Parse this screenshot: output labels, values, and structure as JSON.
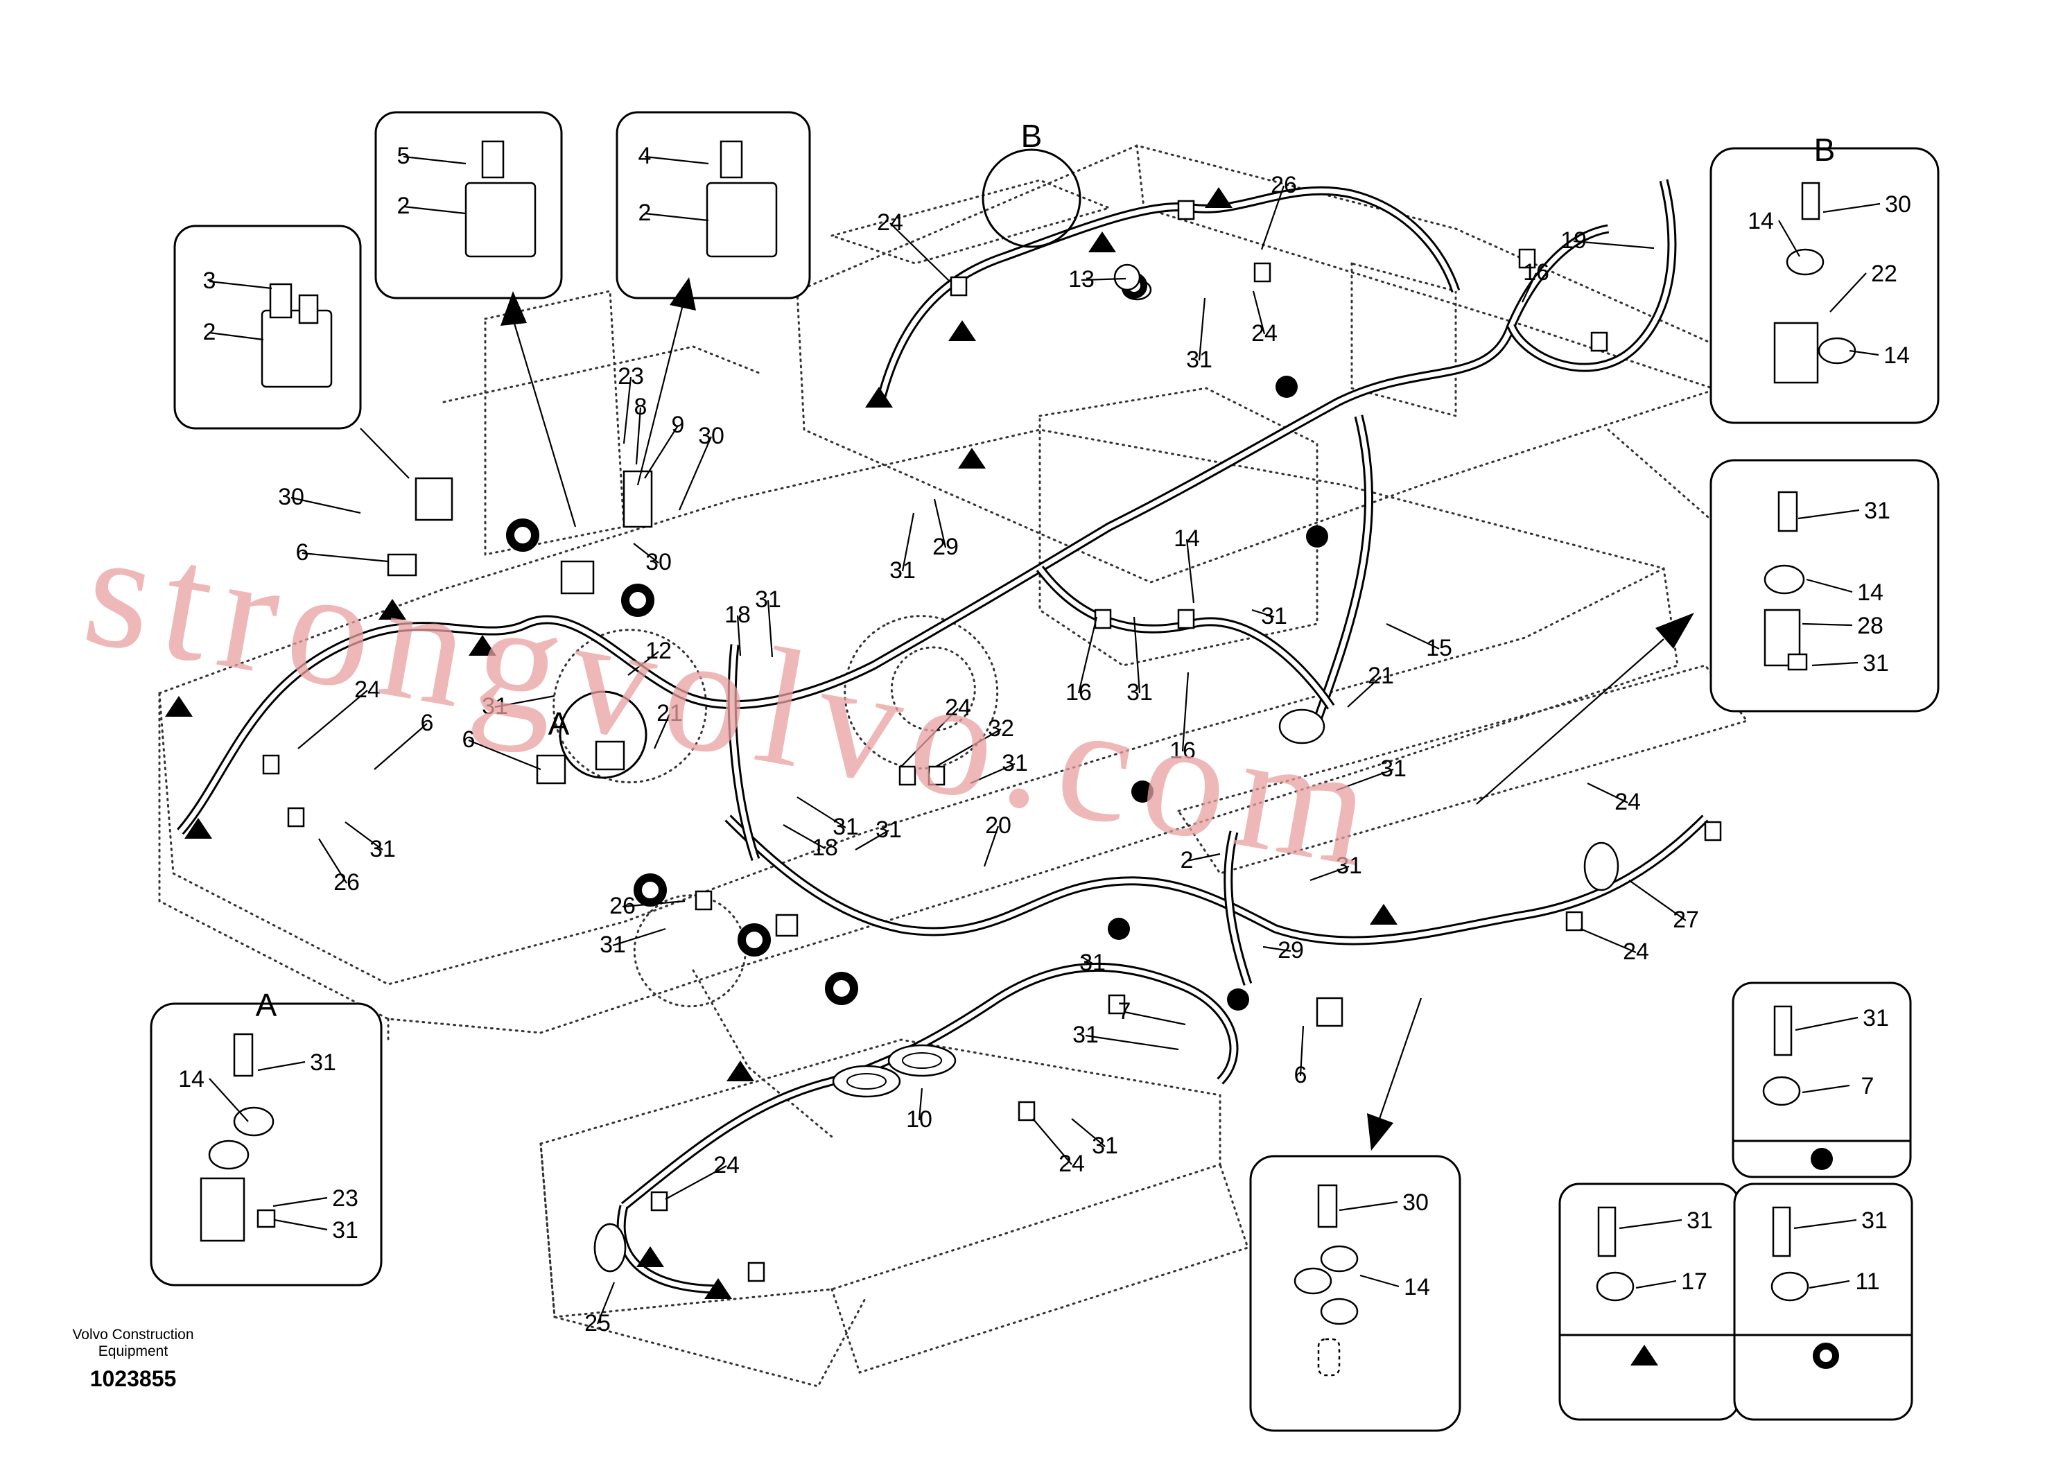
{
  "watermark": "strongvolvo.com",
  "footer": {
    "company_line1": "Volvo Construction",
    "company_line2": "Equipment",
    "drawing_number": "1023855"
  },
  "detail_headers": {
    "a": "A",
    "b": "B"
  },
  "callouts": {
    "c1": "5",
    "c2": "2",
    "c3": "4",
    "c4": "2",
    "c5": "3",
    "c6": "2",
    "c7": "30",
    "c8": "6",
    "c9": "23",
    "c10": "8",
    "c11": "9",
    "c12": "30",
    "c13": "30",
    "c14": "24",
    "c15": "26",
    "c16": "13",
    "c17": "31",
    "c18": "24",
    "c19": "19",
    "c20": "16",
    "c21": "31",
    "c22": "29",
    "c23": "14",
    "c24": "31",
    "c25": "18",
    "c26": "31",
    "c27": "12",
    "c28": "31",
    "c29": "A",
    "c30": "21",
    "c31": "24",
    "c32": "6",
    "c33": "6",
    "c34": "31",
    "c35": "26",
    "c36": "16",
    "c37": "31",
    "c38": "16",
    "c39": "21",
    "c40": "15",
    "c41": "24",
    "c42": "32",
    "c43": "31",
    "c44": "31",
    "c45": "31",
    "c46": "18",
    "c47": "20",
    "c48": "2",
    "c49": "26",
    "c50": "31",
    "c51": "31",
    "c52": "31",
    "c53": "29",
    "c54": "7",
    "c55": "31",
    "c56": "6",
    "c57": "31",
    "c58": "24",
    "c59": "27",
    "c60": "24",
    "c61": "10",
    "c62": "24",
    "c63": "31",
    "c64": "24",
    "c65": "25",
    "c66": "B"
  },
  "detail_labels": {
    "a_31": "31",
    "a_14": "14",
    "a_23": "23",
    "a_31b": "31",
    "b_30": "30",
    "b_14": "14",
    "b_22": "22",
    "b_14b": "14",
    "c_31": "31",
    "c_14": "14",
    "c_28": "28",
    "c_31b": "31",
    "d_30": "30",
    "d_14": "14",
    "e_31": "31",
    "e_7": "7",
    "f_31": "31",
    "f_17": "17",
    "g_31": "31",
    "g_11": "11"
  }
}
